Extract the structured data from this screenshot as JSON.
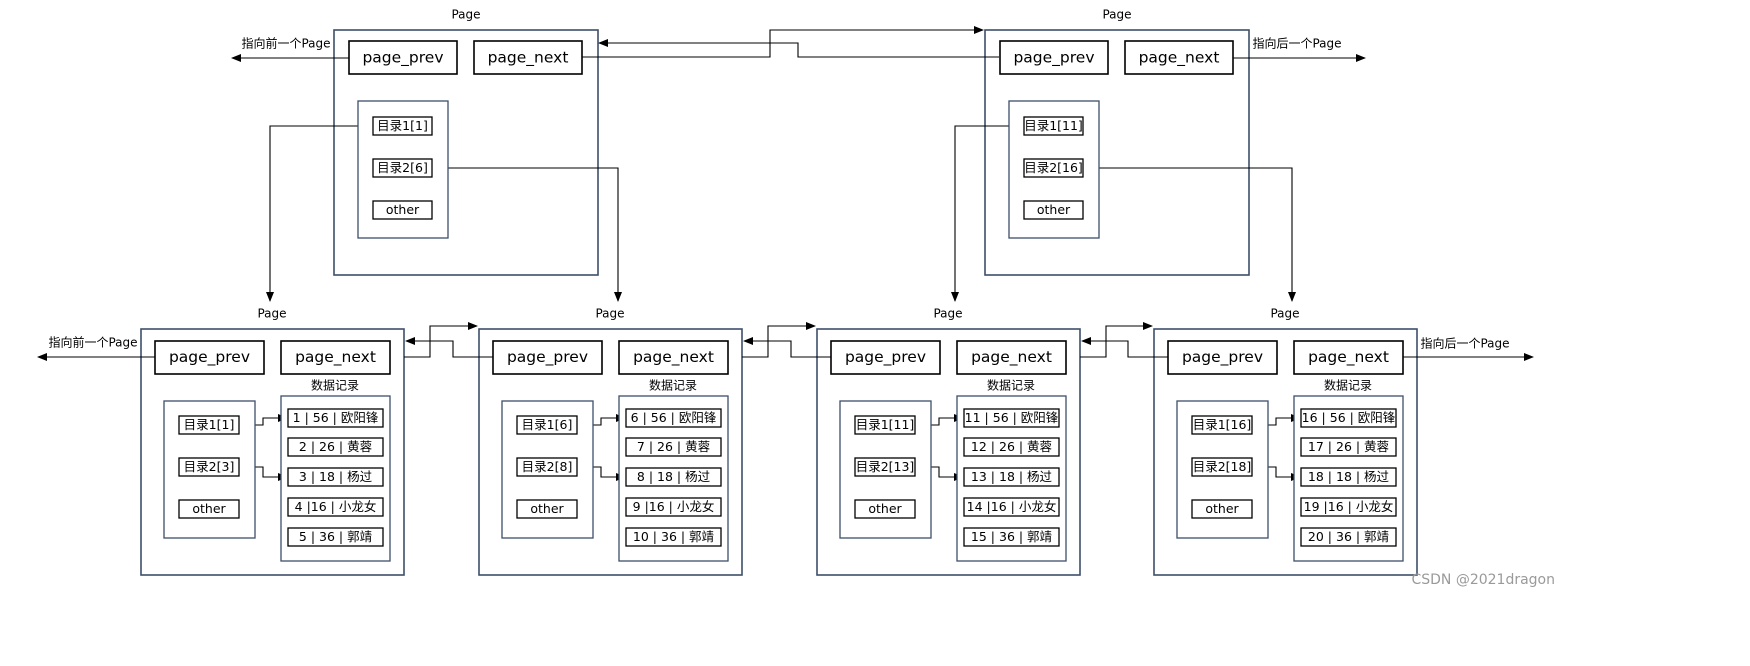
{
  "page_label": "Page",
  "fields": {
    "prev": "page_prev",
    "next": "page_next"
  },
  "records_label": "数据记录",
  "arrows": {
    "to_prev": "指向前一个Page",
    "to_next": "指向后一个Page"
  },
  "top_pages": [
    {
      "dirs": [
        "目录1[1]",
        "目录2[6]",
        "other"
      ]
    },
    {
      "dirs": [
        "目录1[11]",
        "目录2[16]",
        "other"
      ]
    }
  ],
  "leaf_pages": [
    {
      "dirs": [
        "目录1[1]",
        "目录2[3]",
        "other"
      ],
      "records": [
        "1 | 56 | 欧阳锋",
        "2 | 26 | 黄蓉",
        "3 | 18 | 杨过",
        "4 |16 | 小龙女",
        "5 | 36 | 郭靖"
      ]
    },
    {
      "dirs": [
        "目录1[6]",
        "目录2[8]",
        "other"
      ],
      "records": [
        "6 | 56 | 欧阳锋",
        "7 | 26 | 黄蓉",
        "8 | 18 | 杨过",
        "9 |16 | 小龙女",
        "10 | 36 | 郭靖"
      ]
    },
    {
      "dirs": [
        "目录1[11]",
        "目录2[13]",
        "other"
      ],
      "records": [
        "11 | 56 | 欧阳锋",
        "12 | 26 | 黄蓉",
        "13 | 18 | 杨过",
        "14 |16 | 小龙女",
        "15 | 36 | 郭靖"
      ]
    },
    {
      "dirs": [
        "目录1[16]",
        "目录2[18]",
        "other"
      ],
      "records": [
        "16 | 56 | 欧阳锋",
        "17 | 26 | 黄蓉",
        "18 | 18 | 杨过",
        "19 |16 | 小龙女",
        "20 | 36 | 郭靖"
      ]
    }
  ],
  "watermark": "CSDN @2021dragon",
  "colors": {
    "frame": "#3d4f6b",
    "line": "#000000",
    "watermark": "#9a9a9a"
  }
}
